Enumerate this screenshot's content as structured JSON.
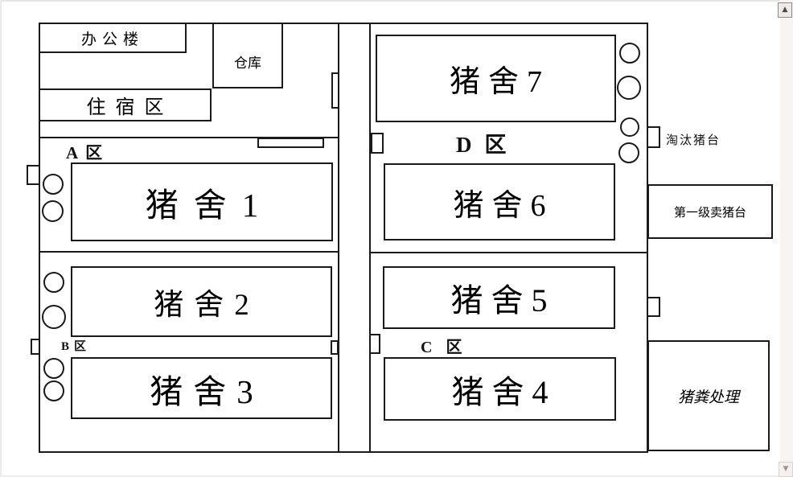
{
  "labels": {
    "office": "办公楼",
    "warehouse": "仓库",
    "dormitory": "住宿区",
    "zone_a": "A区",
    "zone_b": "B区",
    "zone_c": "C区",
    "zone_d": "D区",
    "house_1": "猪舍1",
    "house_2": "猪舍2",
    "house_3": "猪舍3",
    "house_4": "猪舍4",
    "house_5": "猪舍5",
    "house_6": "猪舍6",
    "house_7": "猪舍7",
    "cull_platform": "淘汰猪台",
    "selling_platform": "第一级卖猪台",
    "manure_processing": "猪粪处理"
  },
  "scrollbar": {
    "up": "▲",
    "down": "▼"
  },
  "colors": {
    "wall": "#1a1a1a",
    "background": "#ffffff",
    "scroll_track": "#f7f4f4"
  }
}
